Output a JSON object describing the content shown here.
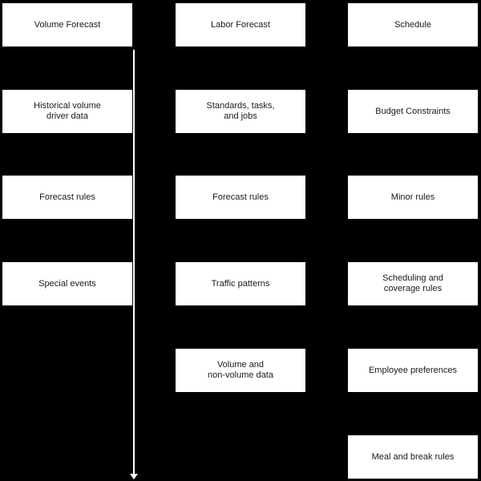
{
  "background_color": "#000000",
  "box_style": {
    "fill": "#ffffff",
    "text_color": "#1a1a1a"
  },
  "arrow": {
    "direction": "down",
    "color": "#ffffff"
  },
  "columns": [
    {
      "title": "Volume Forecast",
      "boxes": [
        {
          "lines": [
            "Volume Forecast"
          ]
        },
        {
          "lines": [
            "Historical volume",
            "driver data"
          ]
        },
        {
          "lines": [
            "Forecast rules"
          ]
        },
        {
          "lines": [
            "Special events"
          ]
        }
      ]
    },
    {
      "title": "Labor Forecast",
      "boxes": [
        {
          "lines": [
            "Labor Forecast"
          ]
        },
        {
          "lines": [
            "Standards, tasks,",
            "and jobs"
          ]
        },
        {
          "lines": [
            "Forecast rules"
          ]
        },
        {
          "lines": [
            "Traffic patterns"
          ]
        },
        {
          "lines": [
            "Volume and",
            "non-volume data"
          ]
        }
      ]
    },
    {
      "title": "Schedule",
      "boxes": [
        {
          "lines": [
            "Schedule"
          ]
        },
        {
          "lines": [
            "Budget Constraints"
          ]
        },
        {
          "lines": [
            "Minor rules"
          ]
        },
        {
          "lines": [
            "Scheduling and",
            "coverage rules"
          ]
        },
        {
          "lines": [
            "Employee preferences"
          ]
        },
        {
          "lines": [
            "Meal and break rules"
          ]
        }
      ]
    }
  ]
}
